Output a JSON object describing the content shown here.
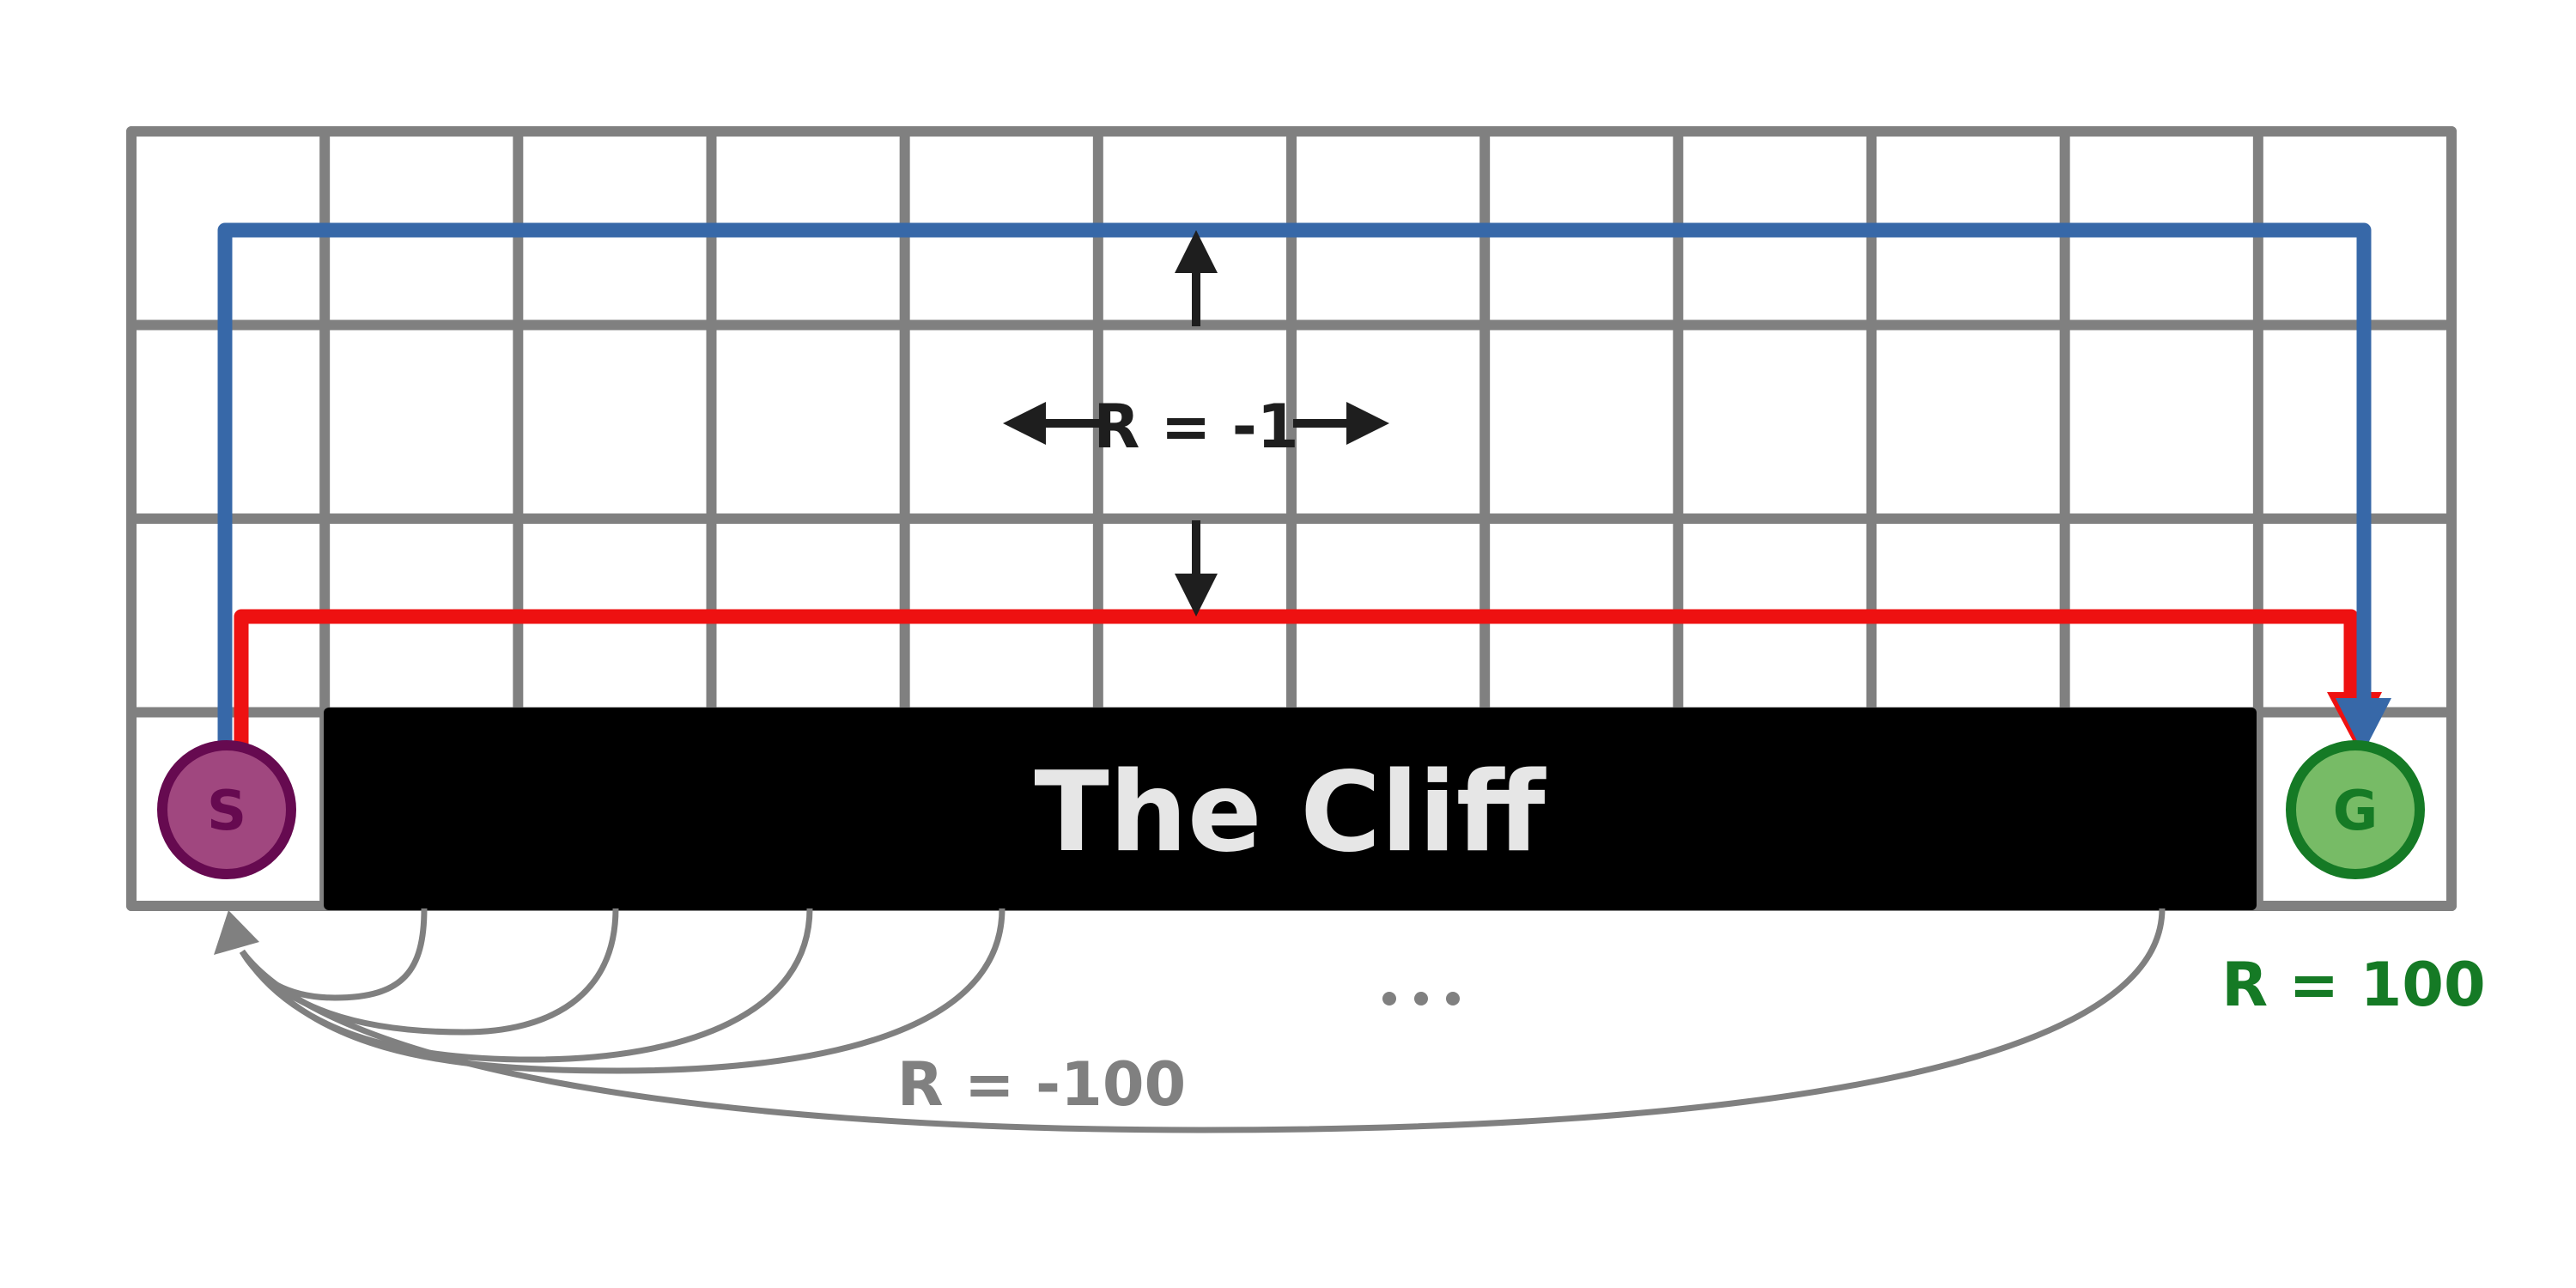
{
  "diagram": {
    "grid": {
      "rows": 4,
      "columns": 12,
      "color": "#808080"
    },
    "cliff": {
      "label": "The Cliff",
      "fill": "#000000",
      "text_color": "#e6e6e6"
    },
    "start": {
      "label": "S",
      "fill": "#a0477f",
      "stroke": "#660a50"
    },
    "goal": {
      "label": "G",
      "fill": "#77bb66",
      "stroke": "#157a25"
    },
    "step_reward": {
      "label": "R = -1",
      "color": "#1e1e1e",
      "arrow_directions": [
        "up",
        "down",
        "left",
        "right"
      ]
    },
    "goal_reward": {
      "label": "R = 100",
      "color": "#157a25"
    },
    "cliff_reward": {
      "label": "R = -100",
      "color": "#808080",
      "ellipsis": "..."
    },
    "paths": {
      "safe_path_color": "#3768a8",
      "optimal_path_color": "#ee1111"
    }
  }
}
